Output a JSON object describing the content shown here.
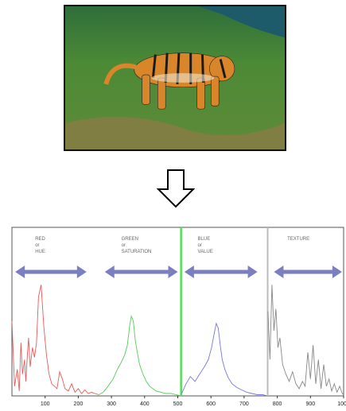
{
  "chart_data": {
    "type": "line",
    "xlim": [
      0,
      1000
    ],
    "ylim": [
      0,
      100
    ],
    "x_ticks": [
      "100",
      "200",
      "300",
      "400",
      "500",
      "600",
      "700",
      "800",
      "900",
      "1000"
    ],
    "series": [
      {
        "color": "#e85a5a",
        "x": [
          0,
          8,
          16,
          22,
          27,
          32,
          38,
          42,
          47,
          50,
          55,
          62,
          68,
          74,
          80,
          88,
          96,
          104,
          112,
          120,
          128,
          136,
          144,
          152,
          160,
          170,
          180,
          190,
          200,
          210,
          220,
          230,
          240,
          250,
          262
        ],
        "y": [
          62,
          8,
          22,
          4,
          44,
          18,
          30,
          12,
          36,
          48,
          24,
          40,
          32,
          44,
          82,
          92,
          58,
          34,
          18,
          10,
          8,
          6,
          20,
          14,
          6,
          4,
          10,
          3,
          6,
          2,
          5,
          2,
          3,
          2,
          1
        ]
      },
      {
        "color": "#55cc55",
        "x": [
          262,
          275,
          290,
          305,
          318,
          330,
          340,
          348,
          355,
          360,
          366,
          372,
          378,
          385,
          395,
          405,
          415,
          425,
          435,
          450,
          465,
          480,
          495,
          510
        ],
        "y": [
          1,
          3,
          8,
          14,
          22,
          28,
          34,
          42,
          58,
          66,
          62,
          46,
          36,
          26,
          18,
          12,
          8,
          6,
          4,
          3,
          2,
          2,
          1,
          0
        ]
      },
      {
        "color": "#7777dd",
        "x": [
          512,
          525,
          538,
          552,
          566,
          580,
          592,
          602,
          610,
          616,
          622,
          628,
          634,
          642,
          652,
          664,
          678,
          692,
          708,
          724,
          740,
          756,
          770
        ],
        "y": [
          2,
          10,
          16,
          12,
          18,
          24,
          30,
          40,
          52,
          60,
          56,
          42,
          30,
          22,
          15,
          10,
          7,
          5,
          3,
          2,
          1,
          1,
          0
        ]
      },
      {
        "color": "#888888",
        "x": [
          772,
          778,
          784,
          790,
          796,
          802,
          808,
          816,
          826,
          836,
          846,
          856,
          866,
          876,
          884,
          892,
          900,
          908,
          916,
          924,
          932,
          940,
          948,
          956,
          964,
          972,
          980,
          988,
          996,
          1000
        ],
        "y": [
          70,
          30,
          92,
          54,
          72,
          40,
          48,
          26,
          18,
          12,
          20,
          10,
          6,
          12,
          8,
          36,
          14,
          42,
          10,
          30,
          6,
          26,
          8,
          14,
          4,
          10,
          3,
          8,
          2,
          1
        ]
      }
    ],
    "labels": [
      {
        "lines": [
          "RED",
          "or",
          "HUE"
        ]
      },
      {
        "lines": [
          "GREEN",
          "or",
          "SATURATION"
        ]
      },
      {
        "lines": [
          "BLUE",
          "or",
          "VALUE"
        ]
      },
      {
        "lines": [
          "TEXTURE"
        ]
      }
    ]
  }
}
